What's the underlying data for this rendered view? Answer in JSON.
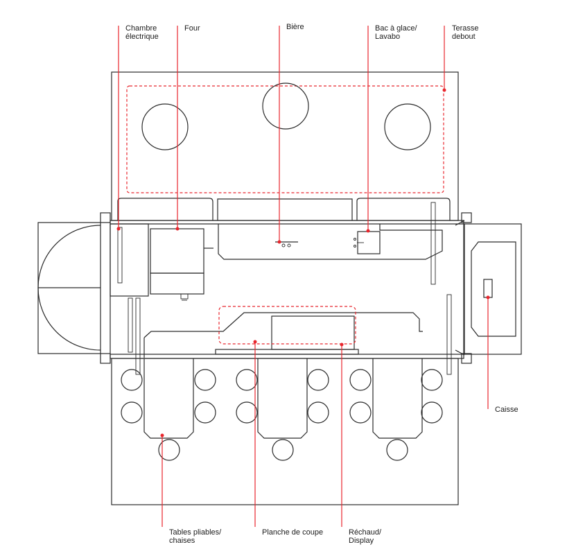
{
  "labels": {
    "chambre_electrique": "Chambre\nélectrique",
    "four": "Four",
    "biere": "Bière",
    "bac_glace": "Bac à glace/\nLavabo",
    "terasse_debout": "Terasse\ndebout",
    "caisse": "Caisse",
    "tables_pliables": "Tables pliables/\nchaises",
    "planche_coupe": "Planche de coupe",
    "rechaud_display": "Réchaud/\nDisplay"
  },
  "colors": {
    "line": "#2a2a2a",
    "accent": "#e8262d"
  }
}
